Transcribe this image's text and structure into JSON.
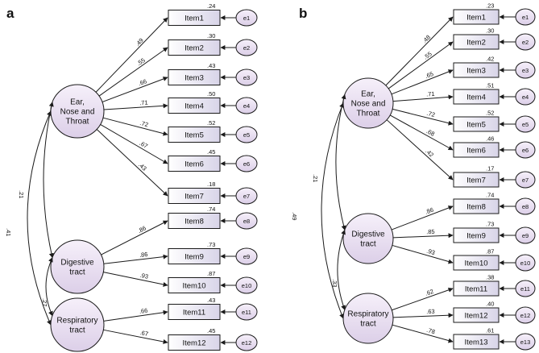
{
  "diagrams": [
    {
      "panel": "a",
      "factors": [
        {
          "id": "ent",
          "lines": [
            "Ear,",
            "Nose and",
            "Throat"
          ]
        },
        {
          "id": "dig",
          "lines": [
            "Digestive",
            "tract"
          ]
        },
        {
          "id": "resp",
          "lines": [
            "Respiratory",
            "tract"
          ]
        }
      ],
      "items": [
        {
          "label": "Item1",
          "factor": "ent",
          "loading": ".49",
          "r2": ".24",
          "error": "e1"
        },
        {
          "label": "Item2",
          "factor": "ent",
          "loading": ".55",
          "r2": ".30",
          "error": "e2"
        },
        {
          "label": "Item3",
          "factor": "ent",
          "loading": ".66",
          "r2": ".43",
          "error": "e3"
        },
        {
          "label": "Item4",
          "factor": "ent",
          "loading": ".71",
          "r2": ".50",
          "error": "e4"
        },
        {
          "label": "Item5",
          "factor": "ent",
          "loading": ".72",
          "r2": ".52",
          "error": "e5"
        },
        {
          "label": "Item6",
          "factor": "ent",
          "loading": ".67",
          "r2": ".45",
          "error": "e6"
        },
        {
          "label": "Item7",
          "factor": "ent",
          "loading": ".43",
          "r2": ".18",
          "error": "e7"
        },
        {
          "label": "Item8",
          "factor": "dig",
          "loading": ".86",
          "r2": ".74",
          "error": "e8"
        },
        {
          "label": "Item9",
          "factor": "dig",
          "loading": ".86",
          "r2": ".73",
          "error": "e9"
        },
        {
          "label": "Item10",
          "factor": "dig",
          "loading": ".93",
          "r2": ".87",
          "error": "e10"
        },
        {
          "label": "Item11",
          "factor": "resp",
          "loading": ".66",
          "r2": ".43",
          "error": "e11"
        },
        {
          "label": "Item12",
          "factor": "resp",
          "loading": ".67",
          "r2": ".45",
          "error": "e12"
        }
      ],
      "correlations": [
        {
          "from": "ent",
          "to": "dig",
          "value": ".21"
        },
        {
          "from": "dig",
          "to": "resp",
          "value": ".27"
        },
        {
          "from": "ent",
          "to": "resp",
          "value": ".41"
        }
      ]
    },
    {
      "panel": "b",
      "factors": [
        {
          "id": "ent",
          "lines": [
            "Ear,",
            "Nose and",
            "Throat"
          ]
        },
        {
          "id": "dig",
          "lines": [
            "Digestive",
            "tract"
          ]
        },
        {
          "id": "resp",
          "lines": [
            "Respiratory",
            "tract"
          ]
        }
      ],
      "items": [
        {
          "label": "Item1",
          "factor": "ent",
          "loading": ".48",
          "r2": ".23",
          "error": "e1"
        },
        {
          "label": "Item2",
          "factor": "ent",
          "loading": ".55",
          "r2": ".30",
          "error": "e2"
        },
        {
          "label": "Item3",
          "factor": "ent",
          "loading": ".65",
          "r2": ".42",
          "error": "e3"
        },
        {
          "label": "Item4",
          "factor": "ent",
          "loading": ".71",
          "r2": ".51",
          "error": "e4"
        },
        {
          "label": "Item5",
          "factor": "ent",
          "loading": ".72",
          "r2": ".52",
          "error": "e5"
        },
        {
          "label": "Item6",
          "factor": "ent",
          "loading": ".68",
          "r2": ".46",
          "error": "e6"
        },
        {
          "label": "Item7",
          "factor": "ent",
          "loading": ".42",
          "r2": ".17",
          "error": "e7"
        },
        {
          "label": "Item8",
          "factor": "dig",
          "loading": ".86",
          "r2": ".74",
          "error": "e8"
        },
        {
          "label": "Item9",
          "factor": "dig",
          "loading": ".85",
          "r2": ".73",
          "error": "e9"
        },
        {
          "label": "Item10",
          "factor": "dig",
          "loading": ".93",
          "r2": ".87",
          "error": "e10"
        },
        {
          "label": "Item11",
          "factor": "resp",
          "loading": ".62",
          "r2": ".38",
          "error": "e11"
        },
        {
          "label": "Item12",
          "factor": "resp",
          "loading": ".63",
          "r2": ".40",
          "error": "e12"
        },
        {
          "label": "Item13",
          "factor": "resp",
          "loading": ".78",
          "r2": ".61",
          "error": "e13"
        }
      ],
      "correlations": [
        {
          "from": "ent",
          "to": "dig",
          "value": ".21"
        },
        {
          "from": "dig",
          "to": "resp",
          "value": ".33"
        },
        {
          "from": "ent",
          "to": "resp",
          "value": ".49"
        }
      ]
    }
  ],
  "colors": {
    "node_fill": "#eadff2",
    "box_fill": "#e3e1ee",
    "stroke": "#1a1a1a"
  }
}
